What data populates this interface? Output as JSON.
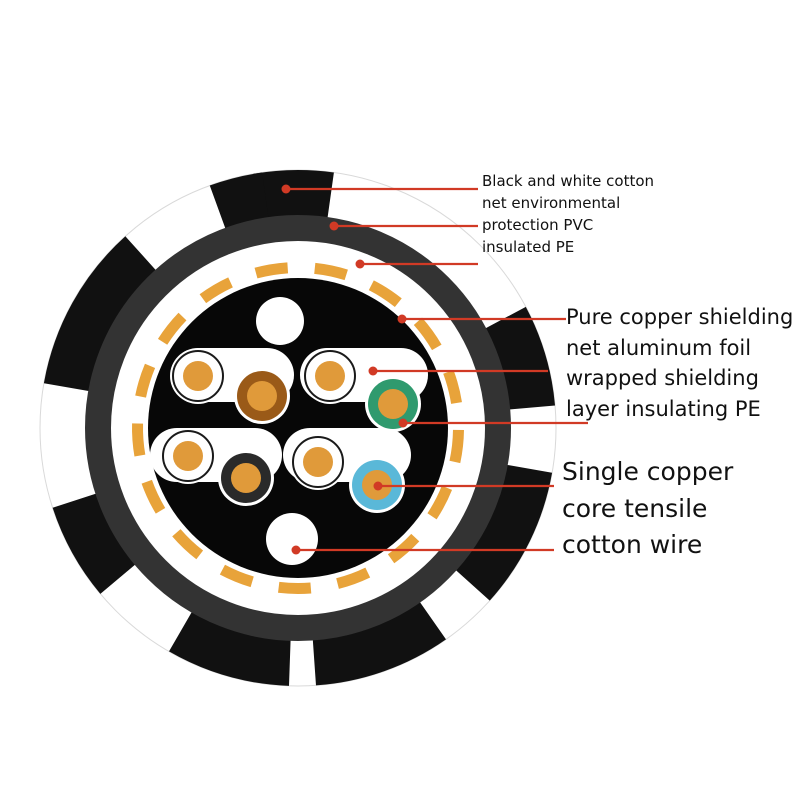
{
  "labels": {
    "top": [
      "Black and white cotton",
      "net environmental",
      "protection PVC",
      "insulated PE"
    ],
    "middle": [
      "Pure copper shielding",
      "net aluminum foil",
      "wrapped shielding",
      "layer insulating PE"
    ],
    "bottom": [
      "Single copper",
      "core tensile",
      "cotton wire"
    ]
  },
  "colors": {
    "jacket_black": "#111111",
    "jacket_white": "#ffffff",
    "pvc_layer": "#333333",
    "shield_gold": "#e8a33a",
    "core_fill": "#070707",
    "conductor": "#e09a3a",
    "brown_insulation": "#9a5a18",
    "green_insulation": "#2f9a6e",
    "blue_insulation": "#5ab8d8",
    "black_insulation": "#2a2a2a",
    "leader_line": "#d13a25"
  }
}
